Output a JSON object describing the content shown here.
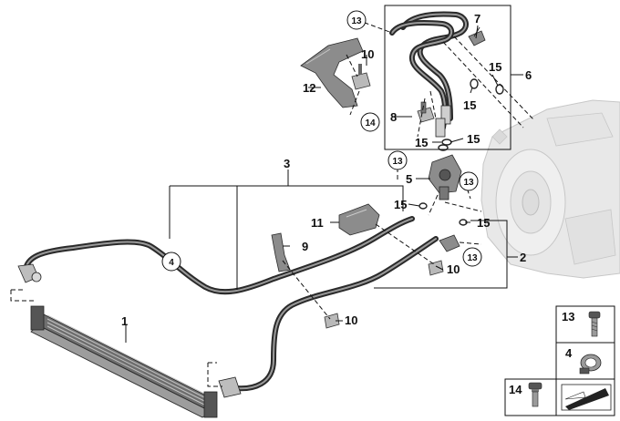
{
  "parts": {
    "p1": "1",
    "p2": "2",
    "p3": "3",
    "p4": "4",
    "p5": "5",
    "p6": "6",
    "p7": "7",
    "p8": "8",
    "p9": "9",
    "p10": "10",
    "p11": "11",
    "p12": "12",
    "p13": "13",
    "p14": "14",
    "p15": "15"
  },
  "legend": {
    "l13": "13",
    "l4": "4",
    "l14": "14"
  },
  "colors": {
    "line": "#111111",
    "hose": "#2a2a2a",
    "hose_highlight": "#9a9a9a",
    "part": "#8c8c8c",
    "gearbox": "#d8d8d8"
  }
}
